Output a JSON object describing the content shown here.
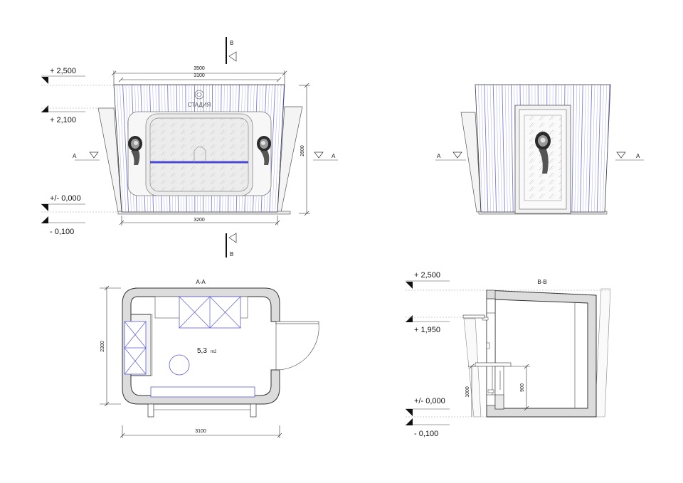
{
  "levels": {
    "front_top": "+ 2,500",
    "front_mid": "+ 2,100",
    "front_zero": "+/- 0,000",
    "front_minus": "- 0,100",
    "sec_top": "+ 2,500",
    "sec_mid": "+ 1,950",
    "sec_zero": "+/- 0,000",
    "sec_minus": "- 0,100"
  },
  "dims": {
    "w3500": "3500",
    "w3100": "3100",
    "h2600": "2600",
    "w3200": "3200",
    "d2300": "2300",
    "plan3100": "3100",
    "h1000": "1000",
    "h900": "900"
  },
  "cuts": {
    "b_top": "B",
    "b_bottom": "B",
    "a_left1": "A",
    "a_right1": "A",
    "a_left2": "A",
    "a_right2": "A"
  },
  "titles": {
    "plan": "A-A",
    "section": "B-B"
  },
  "area": {
    "value": "5,3",
    "unit": "m2"
  },
  "logo_text": "СТАДИЯ",
  "colors": {
    "cladding_lines": "#5b5bd6",
    "wall_fill": "#dcdcdc",
    "line": "#333333"
  }
}
